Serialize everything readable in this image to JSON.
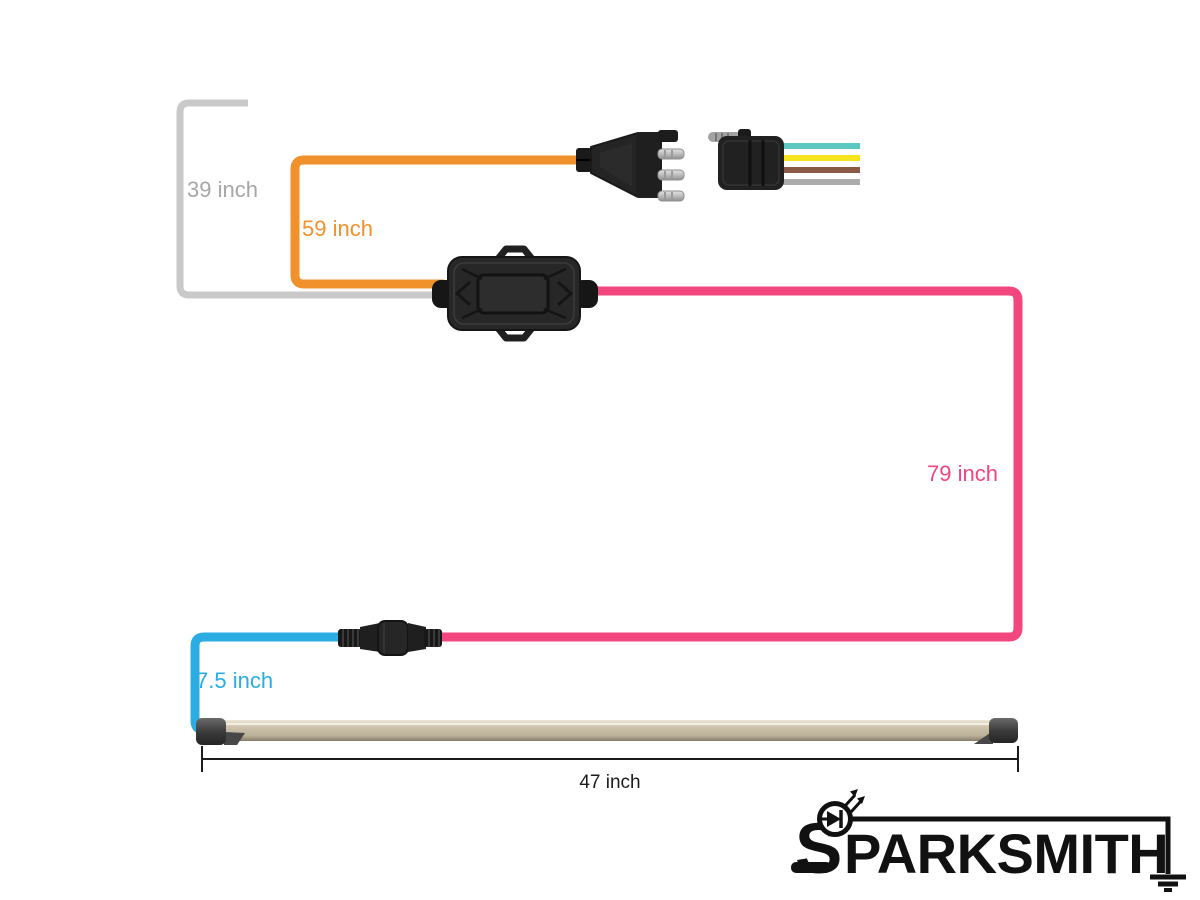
{
  "labels": {
    "gray_wire": "39 inch",
    "orange_wire": "59 inch",
    "pink_wire": "79 inch",
    "blue_wire": "7.5 inch",
    "light_bar": "47 inch"
  },
  "logo": {
    "initial": "S",
    "rest": "PARKSMITH"
  },
  "colors": {
    "gray_wire": "#C9C9C9",
    "orange_wire": "#F0912C",
    "pink_wire": "#F1477E",
    "blue_wire": "#2BACE2",
    "gray_label": "#A6A6A6",
    "teal_pigtail": "#5CC8C1",
    "yellow_pigtail": "#F6E41C",
    "brown_pigtail": "#8A5A46",
    "gray_pigtail": "#ACACAC",
    "dimension": "#1C1C1C",
    "logo_ink": "#111111"
  },
  "components": {
    "control_box": "wiring-control-module",
    "male_plug": "4-pin-flat-male-connector",
    "female_plug": "4-pin-flat-female-connector",
    "inline_connector": "inline-barrel-connector",
    "light_bar": "led-light-bar"
  }
}
